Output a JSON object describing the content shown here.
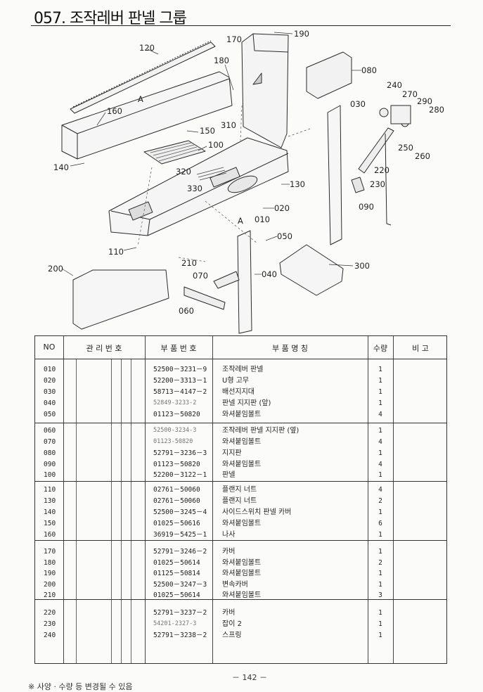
{
  "title": "057. 조작레버 판넬 그룹",
  "callouts": [
    "120",
    "170",
    "190",
    "180",
    "080",
    "160",
    "A",
    "310",
    "150",
    "030",
    "240",
    "270",
    "290",
    "280",
    "100",
    "250",
    "260",
    "140",
    "320",
    "130",
    "220",
    "330",
    "230",
    "020",
    "090",
    "010",
    "A",
    "050",
    "110",
    "300",
    "210",
    "200",
    "070",
    "040",
    "060"
  ],
  "table": {
    "headers": {
      "no": "NO",
      "mgmt": "관 리 번 호",
      "partno": "부 품 번 호",
      "name": "부 품 명 칭",
      "qty": "수량",
      "remarks": "비 고"
    },
    "groups": [
      [
        {
          "no": "010",
          "partno": "52500－3231－9",
          "name": "조작레버 판넬",
          "qty": "1"
        },
        {
          "no": "020",
          "partno": "52200－3313－1",
          "name": "U형 고무",
          "qty": "1"
        },
        {
          "no": "030",
          "partno": "58713－4147－2",
          "name": "배선지지대",
          "qty": "1"
        },
        {
          "no": "040",
          "partno": "52849-3233-2",
          "name": "판넬 지지판 (앞)",
          "qty": "1"
        },
        {
          "no": "050",
          "partno": "01123－50820",
          "name": "와셔붙임볼트",
          "qty": "4"
        }
      ],
      [
        {
          "no": "060",
          "partno": "52500-3234-3",
          "name": "조작레버 판넬 지지판 (옆)",
          "qty": "1"
        },
        {
          "no": "070",
          "partno": "01123-50820",
          "name": "와셔붙임볼트",
          "qty": "4"
        },
        {
          "no": "080",
          "partno": "52791－3236－3",
          "name": "지지판",
          "qty": "1"
        },
        {
          "no": "090",
          "partno": "01123－50820",
          "name": "와셔붙임볼트",
          "qty": "4"
        },
        {
          "no": "100",
          "partno": "52200－3122－1",
          "name": "판넬",
          "qty": "1"
        }
      ],
      [
        {
          "no": "110",
          "partno": "02761－50060",
          "name": "플랜지 너트",
          "qty": "4"
        },
        {
          "no": "130",
          "partno": "02761－50060",
          "name": "플랜지 너트",
          "qty": "2"
        },
        {
          "no": "140",
          "partno": "52500－3245－4",
          "name": "사이드스위치 판넬 카버",
          "qty": "1"
        },
        {
          "no": "150",
          "partno": "01025－50616",
          "name": "와셔붙임볼트",
          "qty": "6"
        },
        {
          "no": "160",
          "partno": "36919－5425－1",
          "name": "나사",
          "qty": "1"
        }
      ],
      [
        {
          "no": "170",
          "partno": "52791－3246－2",
          "name": "카버",
          "qty": "1"
        },
        {
          "no": "180",
          "partno": "01025－50614",
          "name": "와셔붙임볼트",
          "qty": "2"
        },
        {
          "no": "190",
          "partno": "01125－50814",
          "name": "와셔붙임볼트",
          "qty": "1"
        },
        {
          "no": "200",
          "partno": "52500－3247－3",
          "name": "변속카버",
          "qty": "1"
        },
        {
          "no": "210",
          "partno": "01025－50614",
          "name": "와셔붙임볼트",
          "qty": "3"
        }
      ],
      [
        {
          "no": "220",
          "partno": "52791－3237－2",
          "name": "카버",
          "qty": "1"
        },
        {
          "no": "230",
          "partno": "54201-2327-3",
          "name": "잡이 2",
          "qty": "1"
        },
        {
          "no": "240",
          "partno": "52791－3238－2",
          "name": "스프링",
          "qty": "1"
        }
      ]
    ]
  },
  "page_number": "－ 142 －",
  "footer_note": "※ 사양 · 수량 등 변경될 수 있음"
}
